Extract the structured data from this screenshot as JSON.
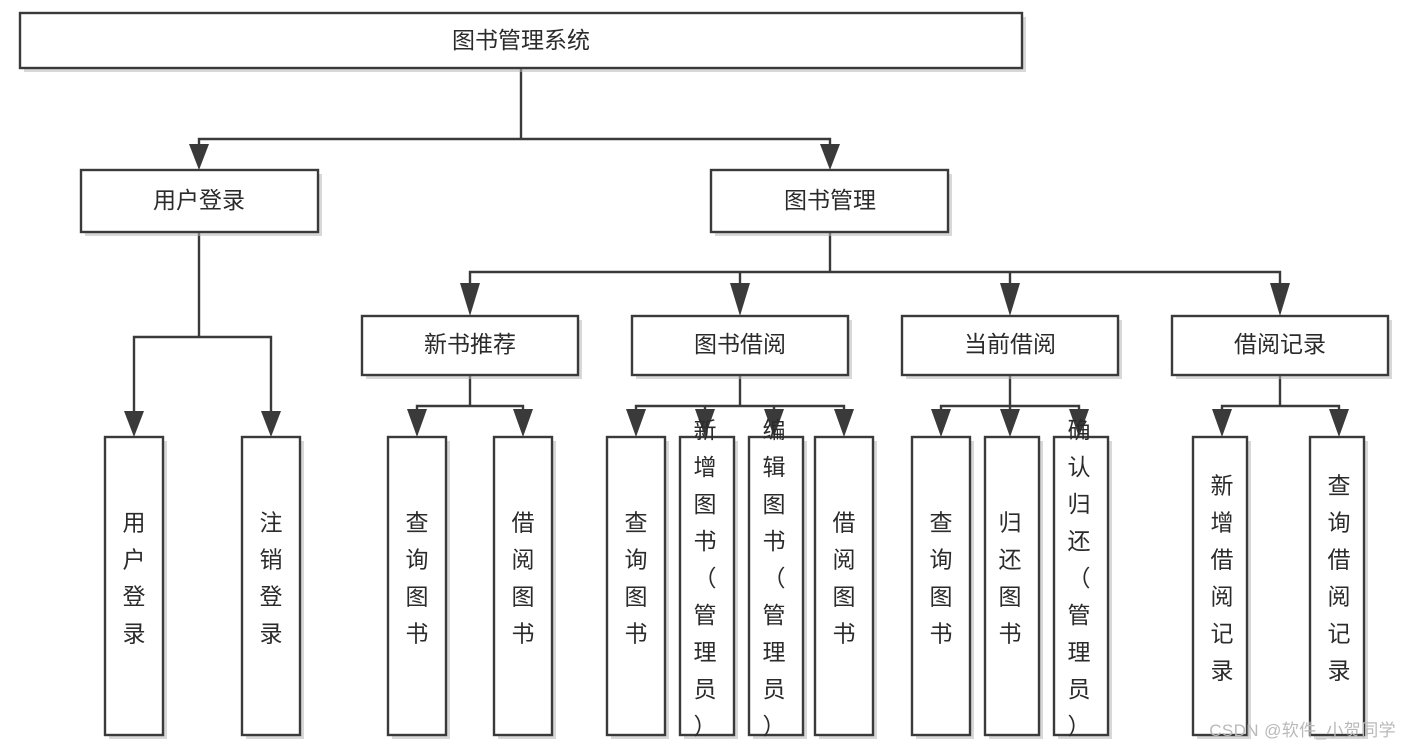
{
  "diagram": {
    "type": "hierarchy-tree",
    "title": "图书管理系统",
    "watermark": "CSDN @软件_小贺同学",
    "colors": {
      "box_fill": "#ffffff",
      "box_stroke": "#3a3a3a",
      "text": "#2b2b2b",
      "watermark": "#b9b9b9",
      "background": "#ffffff"
    },
    "levels": {
      "level1": {
        "label": "图书管理系统"
      },
      "level2": [
        {
          "label": "用户登录"
        },
        {
          "label": "图书管理"
        }
      ],
      "level3": [
        {
          "label": "新书推荐"
        },
        {
          "label": "图书借阅"
        },
        {
          "label": "当前借阅"
        },
        {
          "label": "借阅记录"
        }
      ]
    },
    "nodes": {
      "root": {
        "label": "图书管理系统"
      },
      "user_login": {
        "label": "用户登录"
      },
      "book_manage": {
        "label": "图书管理"
      },
      "new_book_rec": {
        "label": "新书推荐"
      },
      "book_borrow": {
        "label": "图书借阅"
      },
      "current_borrow": {
        "label": "当前借阅"
      },
      "borrow_record": {
        "label": "借阅记录"
      }
    },
    "leaves": {
      "user_login": [
        {
          "label": "用户登录"
        },
        {
          "label": "注销登录"
        }
      ],
      "new_book_rec": [
        {
          "label": "查询图书"
        },
        {
          "label": "借阅图书"
        }
      ],
      "book_borrow": [
        {
          "label": "查询图书"
        },
        {
          "label": "新增图书（管理员）"
        },
        {
          "label": "编辑图书（管理员）"
        },
        {
          "label": "借阅图书"
        }
      ],
      "current_borrow": [
        {
          "label": "查询图书"
        },
        {
          "label": "归还图书"
        },
        {
          "label": "确认归还（管理员）"
        }
      ],
      "borrow_record": [
        {
          "label": "新增借阅记录"
        },
        {
          "label": "查询借阅记录"
        }
      ]
    }
  }
}
